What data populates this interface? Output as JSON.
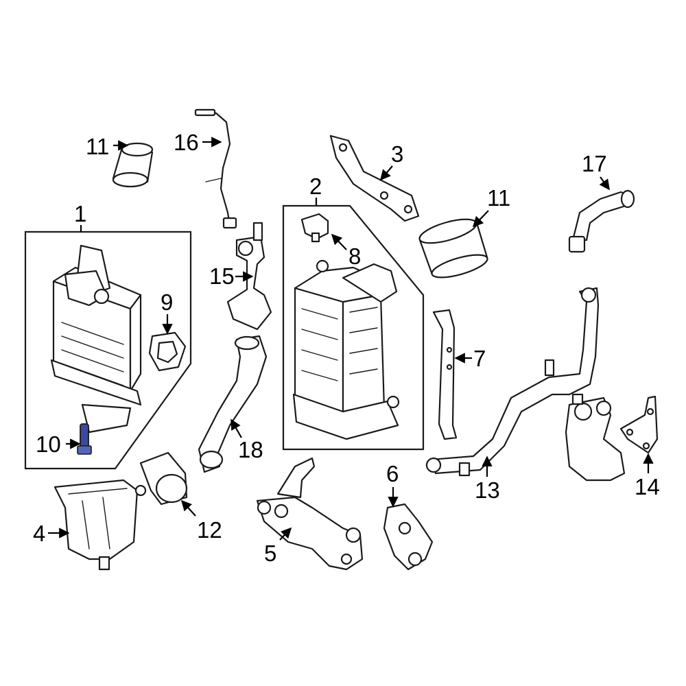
{
  "labels": {
    "l1": "1",
    "l2": "2",
    "l3": "3",
    "l4": "4",
    "l5": "5",
    "l6": "6",
    "l7": "7",
    "l8": "8",
    "l9": "9",
    "l10": "10",
    "l11a": "11",
    "l11b": "11",
    "l12": "12",
    "l13": "13",
    "l14": "14",
    "l15": "15",
    "l16": "16",
    "l17": "17",
    "l18": "18"
  },
  "colors": {
    "line": "#1a1a1a",
    "highlight": "#3b4aa0",
    "background": "#ffffff"
  }
}
